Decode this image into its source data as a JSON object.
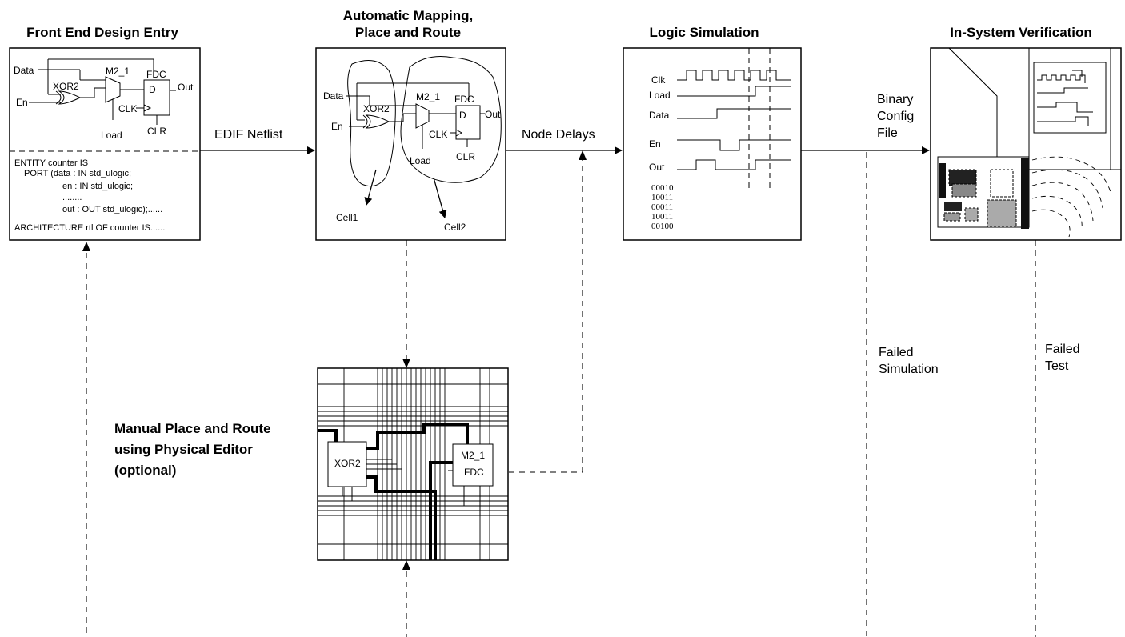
{
  "titles": {
    "front_end": "Front End Design Entry",
    "auto_map_1": "Automatic Mapping,",
    "auto_map_2": "Place and Route",
    "logic_sim": "Logic Simulation",
    "in_system": "In-System Verification",
    "manual_1": "Manual Place and Route",
    "manual_2": "using Physical Editor",
    "manual_3": "(optional)"
  },
  "flow_labels": {
    "edif": "EDIF Netlist",
    "node_delays": "Node Delays",
    "binary_1": "Binary",
    "binary_2": "Config",
    "binary_3": "File",
    "failed_sim_1": "Failed",
    "failed_sim_2": "Simulation",
    "failed_test_1": "Failed",
    "failed_test_2": "Test"
  },
  "schematic": {
    "data": "Data",
    "en": "En",
    "xor2": "XOR2",
    "m2_1": "M2_1",
    "fdc": "FDC",
    "d": "D",
    "clk": "CLK",
    "clr": "CLR",
    "out": "Out",
    "load": "Load",
    "cell1": "Cell1",
    "cell2": "Cell2"
  },
  "vhdl": {
    "line1": "ENTITY counter IS",
    "line2": "PORT (data : IN std_ulogic;",
    "line3": "en : IN std_ulogic;",
    "line4": "........",
    "line5": "out : OUT std_ulogic);......",
    "line6": "ARCHITECTURE rtl OF counter IS......"
  },
  "waveforms": {
    "signals": [
      "Clk",
      "Load",
      "Data",
      "En",
      "Out"
    ],
    "vectors": [
      "00010",
      "10011",
      "00011",
      "10011",
      "00100"
    ]
  },
  "physical": {
    "xor2": "XOR2",
    "m2_1": "M2_1",
    "fdc": "FDC"
  }
}
